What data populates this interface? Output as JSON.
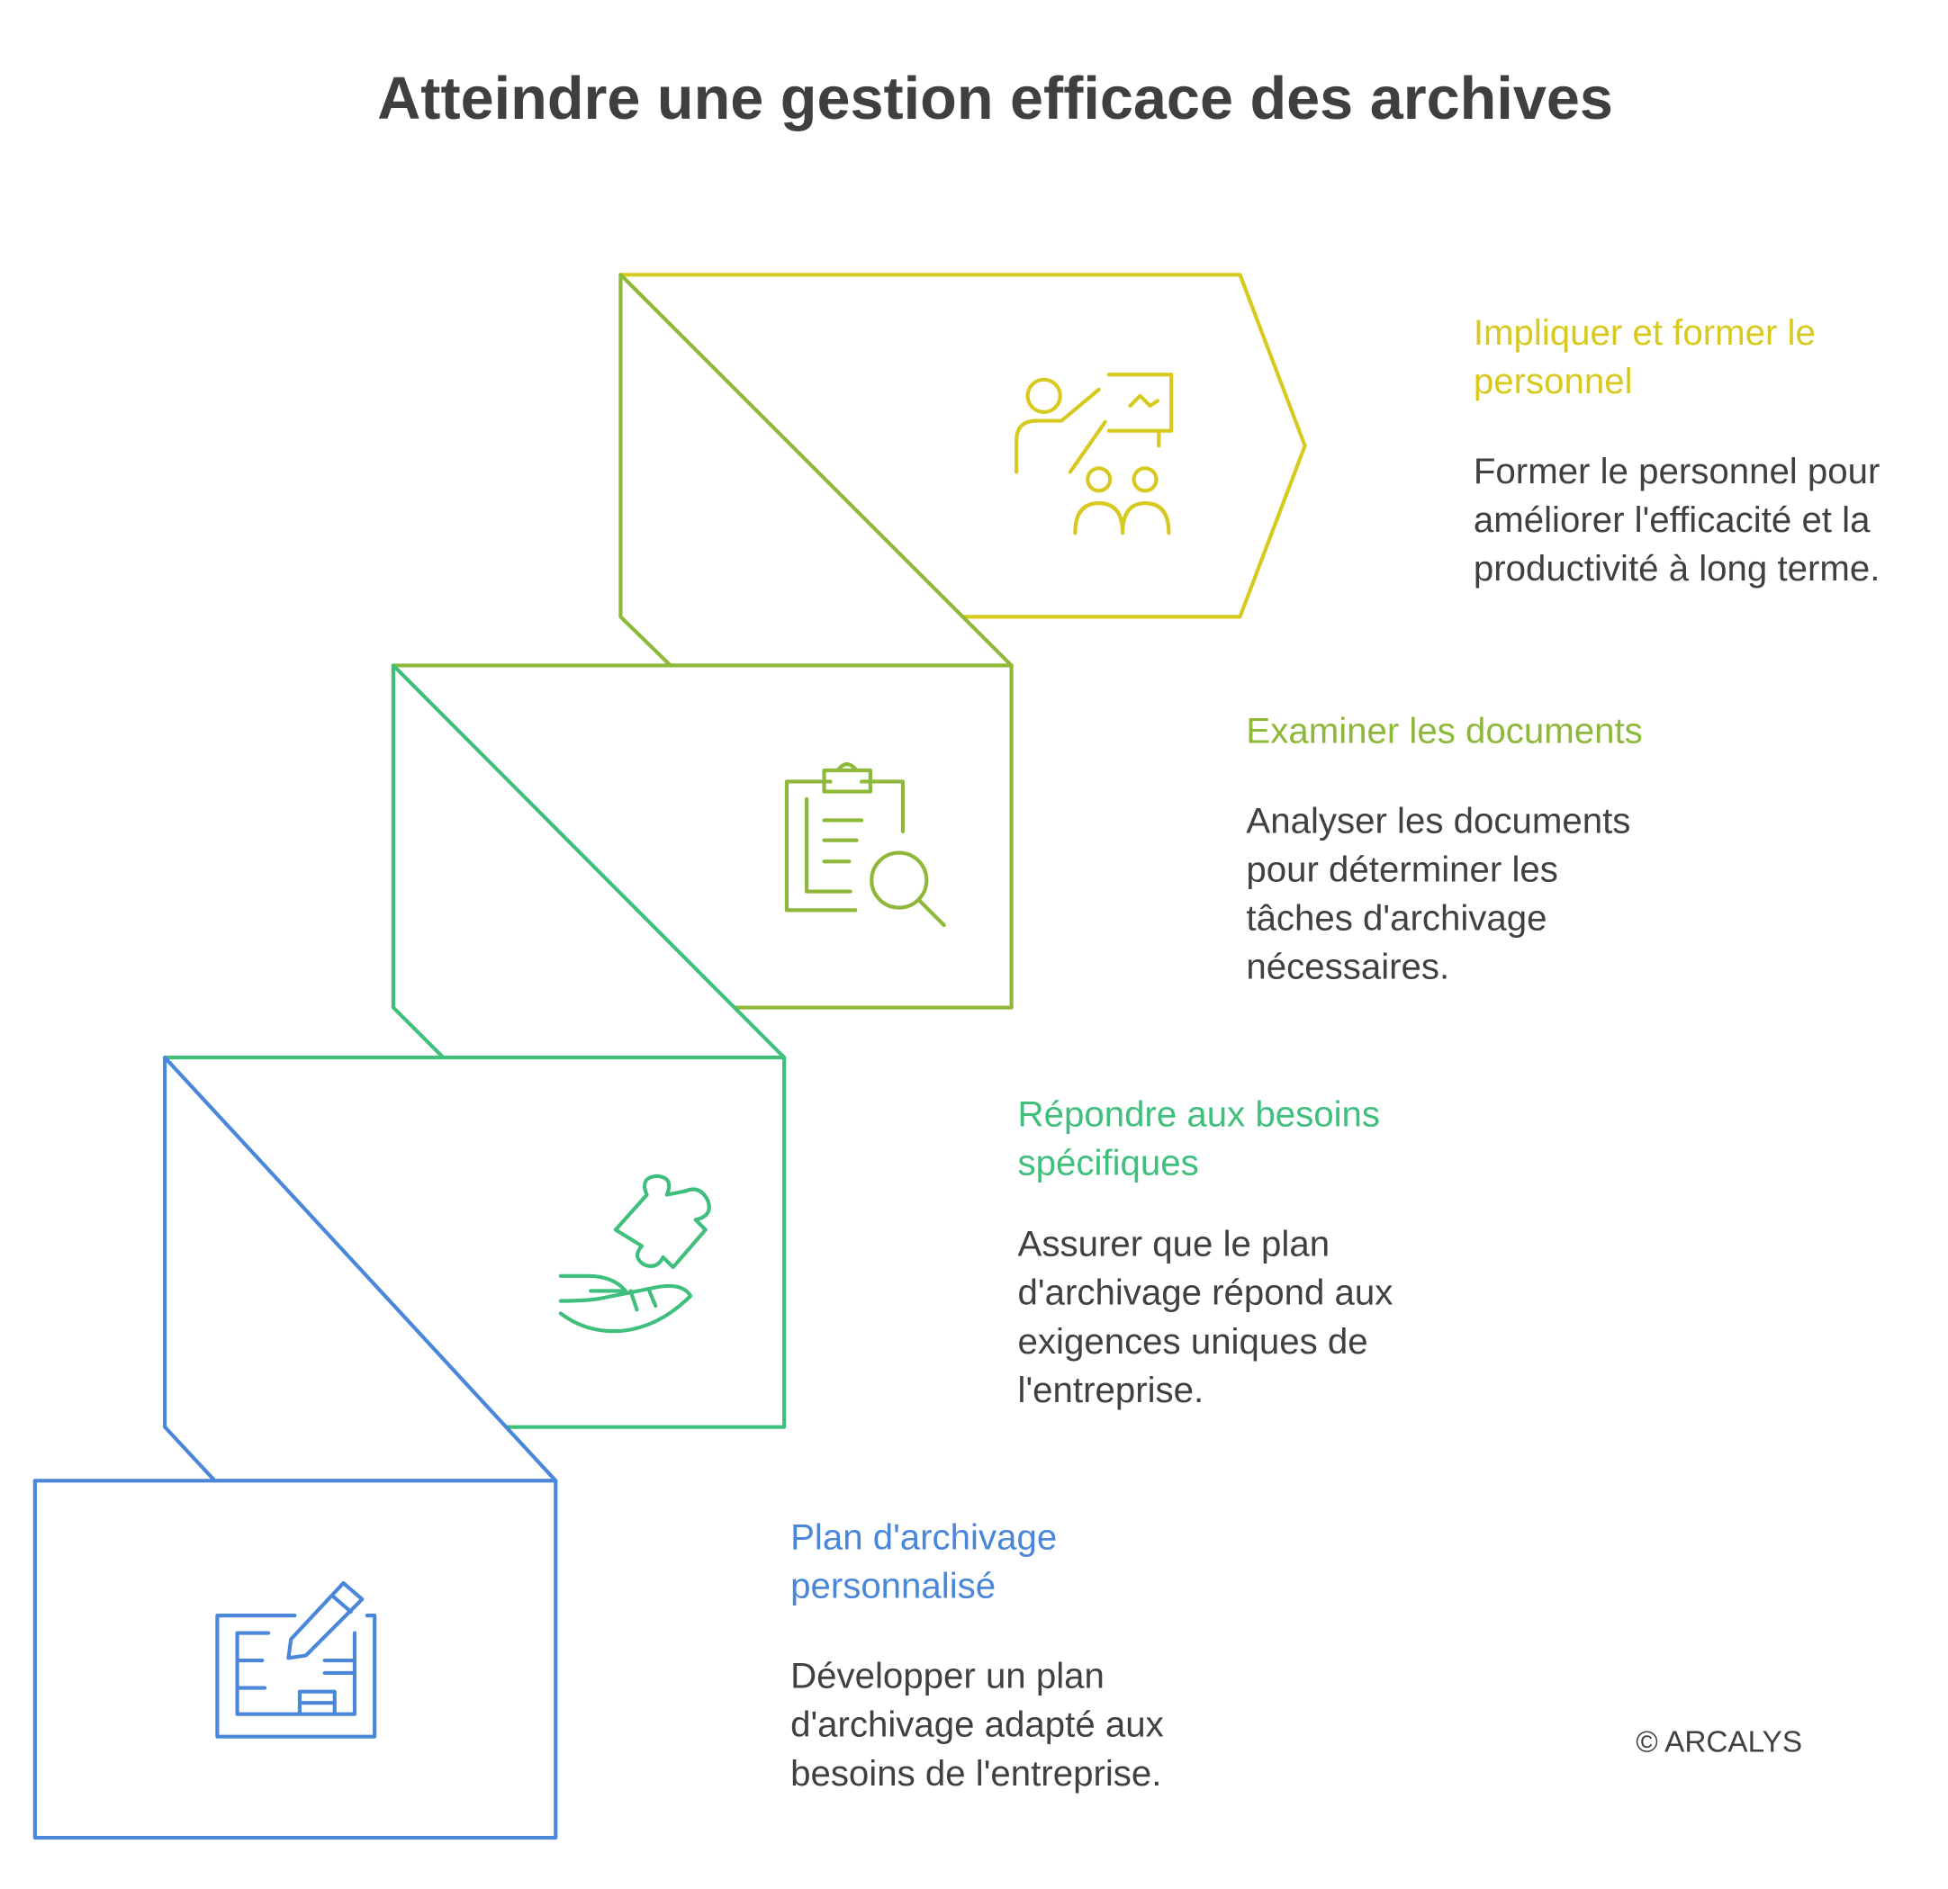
{
  "title": "Atteindre une gestion efficace des archives",
  "colors": {
    "yellow": "#D8C91F",
    "olive": "#8DB83A",
    "green": "#3FBF7C",
    "blue": "#4A86D9",
    "text": "#404040"
  },
  "steps": [
    {
      "heading": [
        "Impliquer et former le",
        "personnel"
      ],
      "body": [
        "Former le personnel pour",
        "améliorer l'efficacité et la",
        "productivité à long terme."
      ],
      "icon": "presentation-training-icon"
    },
    {
      "heading": [
        "Examiner les documents"
      ],
      "body": [
        "Analyser les documents",
        "pour déterminer les",
        "tâches d'archivage",
        "nécessaires."
      ],
      "icon": "clipboard-search-icon"
    },
    {
      "heading": [
        "Répondre aux besoins",
        "spécifiques"
      ],
      "body": [
        "Assurer que le plan",
        "d'archivage répond aux",
        "exigences uniques de",
        "l'entreprise."
      ],
      "icon": "hand-puzzle-icon"
    },
    {
      "heading": [
        "Plan d'archivage",
        "personnalisé"
      ],
      "body": [
        "Développer un plan",
        "d'archivage adapté aux",
        "besoins de l'entreprise."
      ],
      "icon": "blueprint-pencil-icon"
    }
  ],
  "copyright": "© ARCALYS"
}
